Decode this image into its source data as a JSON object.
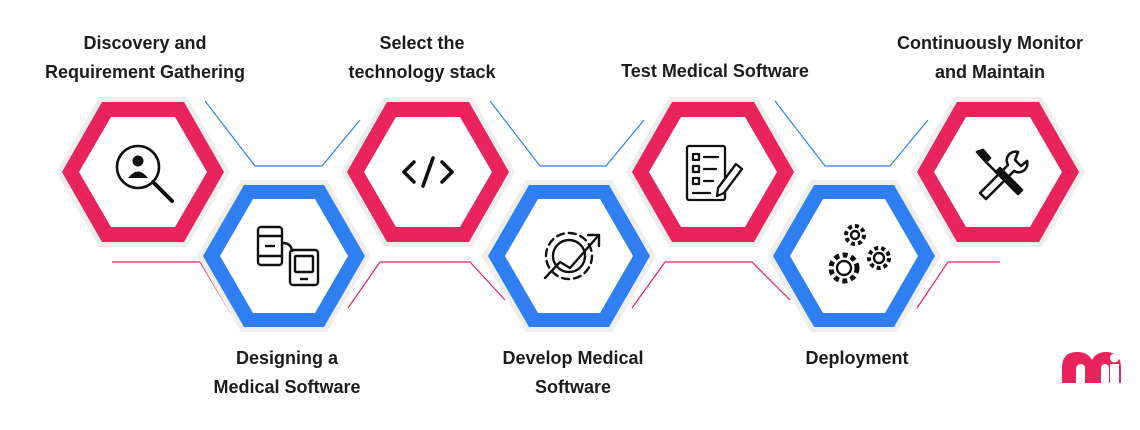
{
  "steps": [
    {
      "label": "Discovery and\nRequirement Gathering",
      "icon": "search-user-icon",
      "color": "#e8245a"
    },
    {
      "label": "Designing a\nMedical Software",
      "icon": "devices-icon",
      "color": "#2f7ff2"
    },
    {
      "label": "Select the\ntechnology stack",
      "icon": "code-icon",
      "color": "#e8245a"
    },
    {
      "label": "Develop Medical\nSoftware",
      "icon": "gear-growth-icon",
      "color": "#2f7ff2"
    },
    {
      "label": "Test Medical Software",
      "icon": "checklist-icon",
      "color": "#e8245a"
    },
    {
      "label": "Deployment",
      "icon": "gears-icon",
      "color": "#2f7ff2"
    },
    {
      "label": "Continuously Monitor\nand Maintain",
      "icon": "tools-icon",
      "color": "#e8245a"
    }
  ],
  "logo": {
    "brand_color": "#e8245a"
  },
  "colors": {
    "pink": "#e8245a",
    "blue": "#2f7ff2",
    "outline": "#eeeeee"
  }
}
